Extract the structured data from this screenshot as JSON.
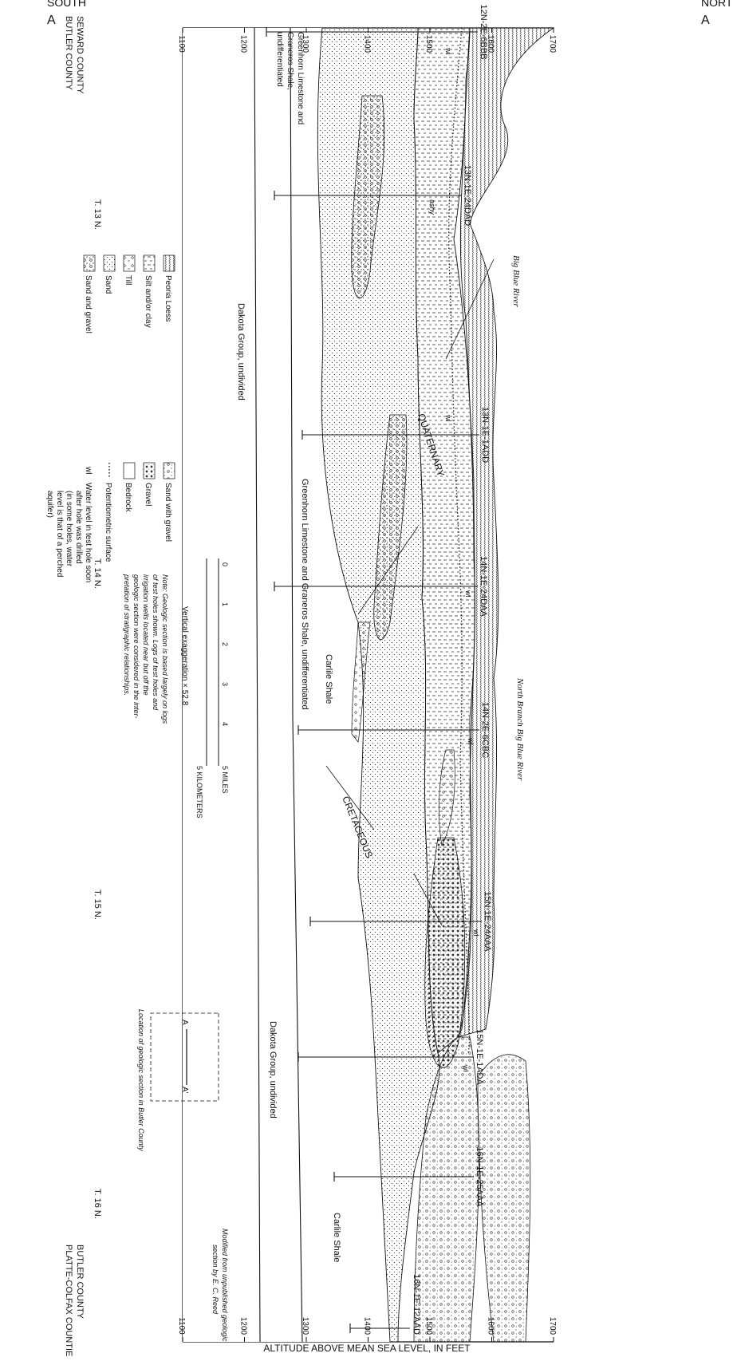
{
  "section": {
    "south_label": "SOUTH",
    "south_letter": "A",
    "north_label": "NORTH",
    "north_letter": "A",
    "north_prime": "'",
    "y_axis_label": "ALTITUDE ABOVE MEAN SEA LEVEL, IN FEET",
    "altitude_ticks": [
      "1700",
      "1600",
      "1500",
      "1400",
      "1300",
      "1200",
      "1100"
    ],
    "county_top_left_upper": "SEWARD COUNTY",
    "county_top_left_lower": "BUTLER COUNTY",
    "county_top_right_upper": "BUTLER COUNTY",
    "county_top_right_lower": "PLATTE-COLFAX COUNTIES",
    "townships": [
      "T. 13 N.",
      "T. 14 N.",
      "T. 15 N.",
      "T. 16 N."
    ],
    "test_holes": [
      "12N-2E-6BBB",
      "13N-1E-24DAD",
      "13N-1E-1ADD",
      "14N-1E-24DAA",
      "14N-2E-6CBC",
      "15N-1E-24AAA",
      "15N-1E-1ADA",
      "16N-1E-25AAA",
      "16N-1E-12AAD"
    ],
    "water_level_marker": "wl",
    "rivers": [
      "Big Blue River",
      "North Branch Big Blue River"
    ],
    "ashy": "ashy",
    "quaternary": "QUATERNARY",
    "cretaceous": "CRETACEOUS",
    "formations": {
      "greenhorn_full": "Greenhorn Limestone and Graneros Shale, undifferentiated",
      "greenhorn_a": "Greenhorn Limestone and",
      "greenhorn_b": "Graneros Shale,",
      "greenhorn_c": "undifferentiated",
      "carlile": "Carlile Shale",
      "carlile_north": "Carlile Shale",
      "dakota_south": "Dakota Group, undivided",
      "dakota_north": "Dakota Group, undivided"
    },
    "credit_line1": "Modified from unpublished geologic",
    "credit_line2": "section by E. C. Reed",
    "location_caption": "Location of geologic section in Butler County",
    "location_a": "A",
    "location_a_prime": "A'"
  },
  "scale": {
    "miles_label": "5 MILES",
    "km_label": "5 KILOMETERS",
    "ticks": [
      "0",
      "1",
      "2",
      "3",
      "4"
    ],
    "vertical_exaggeration": "Vertical exaggeration × 52.8"
  },
  "note": {
    "line1": "Note: Geologic section is based largely on logs",
    "line2": "of test holes shown. Logs of test holes and",
    "line3": "irrigation wells located near but off the",
    "line4": "geologic section were considered in the inter-",
    "line5": "pretation of stratigraphic relationships."
  },
  "legend": {
    "items": [
      "Peoria Loess",
      "Silt and/or clay",
      "Till",
      "Sand",
      "Sand and gravel",
      "Sand with gravel",
      "Gravel",
      "Bedrock"
    ],
    "potentiometric": "Potentiometric surface",
    "wl_symbol": "wl",
    "wl_line1": "Water level in test hole soon",
    "wl_line2": "after hole was drilled",
    "wl_line3": "(in some holes, water",
    "wl_line4": "level is that of a perched",
    "wl_line5": "aquifer)"
  }
}
